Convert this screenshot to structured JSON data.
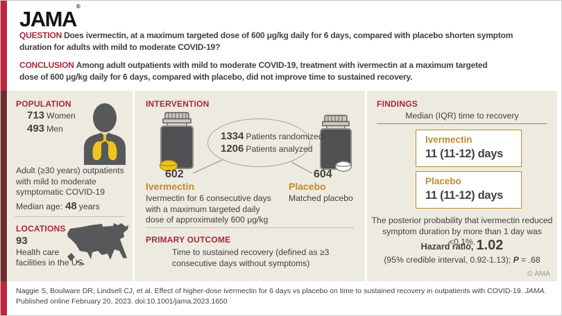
{
  "brand": {
    "logo": "JAMA",
    "mark": "®"
  },
  "header": {
    "question_label": "QUESTION",
    "question_text": "Does ivermectin, at a maximum targeted dose of 600 μg/kg daily for 6 days, compared with placebo shorten symptom duration for adults with mild to moderate COVID-19?",
    "conclusion_label": "CONCLUSION",
    "conclusion_text": "Among adult outpatients with mild to moderate COVID-19, treatment with ivermectin at a maximum targeted dose of 600 μg/kg daily for 6 days, compared with placebo, did not improve time to sustained recovery."
  },
  "population": {
    "heading": "POPULATION",
    "women": {
      "count": "713",
      "label": "Women"
    },
    "men": {
      "count": "493",
      "label": "Men"
    },
    "description": "Adult (≥30 years) outpatients with mild to moderate symptomatic COVID-19",
    "median_age": {
      "prefix": "Median age:",
      "value": "48",
      "suffix": "years"
    }
  },
  "locations": {
    "heading": "LOCATIONS",
    "count": "93",
    "line1": "Health care",
    "line2": "facilities in the US"
  },
  "intervention": {
    "heading": "INTERVENTION",
    "randomized": {
      "count": "1334",
      "label": "Patients randomized"
    },
    "analyzed": {
      "count": "1206",
      "label": "Patients analyzed"
    },
    "arms": [
      {
        "count": "602",
        "name": "Ivermectin",
        "description": "Ivermectin for 6 consecutive days with a maximum targeted daily dose of approximately 600 μg/kg"
      },
      {
        "count": "604",
        "name": "Placebo",
        "description": "Matched placebo"
      }
    ]
  },
  "primary_outcome": {
    "heading": "PRIMARY OUTCOME",
    "text": "Time to sustained recovery (defined as ≥3 consecutive days without symptoms)"
  },
  "findings": {
    "heading": "FINDINGS",
    "subtitle": "Median (IQR) time to recovery",
    "results": [
      {
        "group": "Ivermectin",
        "value": "11 (11-12) days"
      },
      {
        "group": "Placebo",
        "value": "11 (11-12) days"
      }
    ],
    "posterior_text": "The posterior probability that ivermectin reduced symptom duration by more than 1 day was <0.1%.",
    "hazard_label": "Hazard ratio,",
    "hazard_value": "1.02",
    "interval_prefix": "(95% credible interval, 0.92-1.13); ",
    "p_symbol": "P",
    "p_rest": " = .68",
    "copyright": "© AMA"
  },
  "footer": {
    "citation_before": "Naggie S, Boulware DR, Lindsell CJ, et al. Effect of higher-dose ivermectin for 6 days vs placebo on time to sustained recovery in outpatients with COVID-19. ",
    "citation_journal": "JAMA",
    "citation_after": ". Published online February 20, 2023. doi:10.1001/jama.2023.1650"
  },
  "colors": {
    "jama_red": "#a8283b",
    "bar_red": "#c0273f",
    "bar_maroon": "#6d2b2d",
    "gold": "#bf8b2e",
    "panel_bg": "#edeae0",
    "text_dark": "#414042",
    "icon_gray": "#57585a",
    "accent_yellow": "#f0c41f"
  }
}
